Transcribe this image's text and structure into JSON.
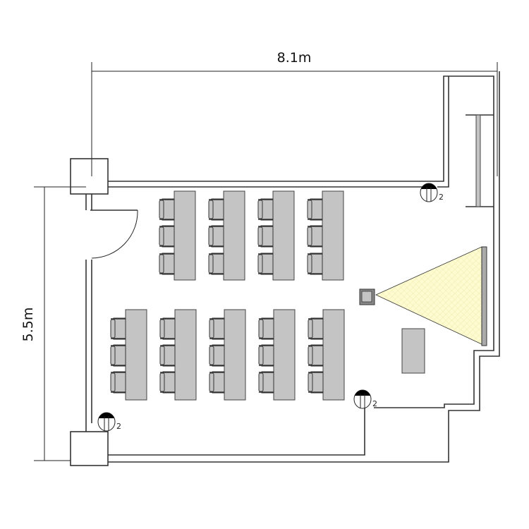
{
  "dimensions": {
    "width_label": "8.1m",
    "height_label": "5.5m"
  },
  "outlets": [
    {
      "label": "2"
    },
    {
      "label": "2"
    },
    {
      "label": "2"
    }
  ],
  "colors": {
    "projection": "#fdfbcf",
    "furniture": "#c4c4c4",
    "wall": "#333333"
  }
}
